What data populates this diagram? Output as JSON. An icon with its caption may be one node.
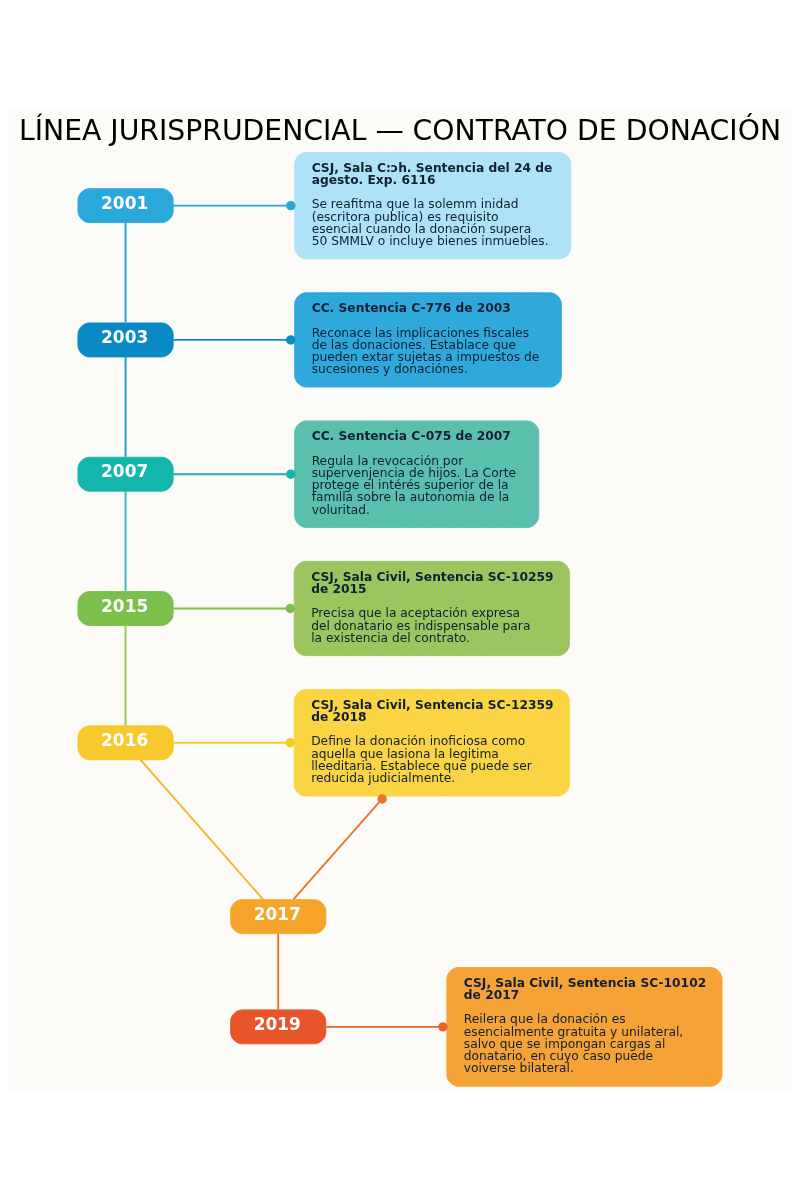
{
  "diagram": {
    "title": "LÍNEA JURISPRUDENCIAL — CONTRATO DE DONACIÓN",
    "nodes": [
      {
        "text": [
          "2001"
        ]
      },
      {
        "text": [
          "2003"
        ]
      },
      {
        "text": [
          "2007"
        ]
      },
      {
        "text": [
          "2015"
        ]
      },
      {
        "text": [
          "2016"
        ]
      },
      {
        "text": [
          "2017"
        ]
      },
      {
        "text": [
          "2019"
        ]
      },
      {
        "text": [
          "CSJ, Sala C:ɔh. Sentencia del 24 de agesto. Exp. 6116",
          "Se reafitma que la solemm inidad (escritora publica) es requisito esencial cuando la donación supera 50 SMMLV o incluye bienes inmuebles."
        ]
      },
      {
        "text": [
          "CC. Sentencia C-776 de 2003",
          "Reconace las implicaciones fiscales de las donaciones. Establace que pueden extar sujetas a impuestos de sucesiones y donaciónes."
        ]
      },
      {
        "text": [
          "CC. Sentencia C-075 de 2007",
          "Regula la revocación por supervenjencia de hijos. La Corte protege el intérés superior de la famılla sobre la autonomia de la voluritad."
        ]
      },
      {
        "text": [
          "CSJ, Sala Civil, Sentencia SC-10259 de 2015",
          "Precisa que la aceptación expresa del donatario es indispensable para la existencia del contrato."
        ]
      },
      {
        "text": [
          "CSJ, Sala Civil, Sentencia SC-12359 de 2018",
          "Define la donación inoficiosa como aquella que lasiona la legitima lleeditaria. Establece que puede ser reducida judicialmente."
        ]
      },
      {
        "text": [
          "CSJ, Sala Civil, Sentencia SC-10102 de 2017",
          "Reilera que la donación es esencialmente gratuita y unilateral, salvo que se impongan cargas al donatario, en cuyo caso puede voiverse bilateral."
        ]
      }
    ],
    "edges": [
      {
        "from": 0,
        "to": 1,
        "arrow": "none",
        "color": "#2a9fd4"
      },
      {
        "from": 1,
        "to": 2,
        "arrow": "none",
        "color": "#1a9cc8"
      },
      {
        "from": 2,
        "to": 3,
        "arrow": "none",
        "color": "#3ab6c0"
      },
      {
        "from": 3,
        "to": 4,
        "arrow": "none",
        "color": "#9cc84a"
      },
      {
        "from": 4,
        "to": 5,
        "arrow": "none",
        "color": "#f5b62e"
      },
      {
        "from": 5,
        "to": 6,
        "arrow": "none",
        "color": "#e8762a"
      },
      {
        "from": 0,
        "to": 7,
        "arrow": "other",
        "color": "#2aa5d8"
      },
      {
        "from": 1,
        "to": 8,
        "arrow": "other",
        "color": "#0b8bc4"
      },
      {
        "from": 2,
        "to": 9,
        "arrow": "other",
        "color": "#1ab3ab"
      },
      {
        "from": 3,
        "to": 10,
        "arrow": "other",
        "color": "#7dbf4a"
      },
      {
        "from": 4,
        "to": 11,
        "arrow": "other",
        "color": "#f7c928"
      },
      {
        "from": 5,
        "to": 11,
        "arrow": "other",
        "color": "#e8762a"
      },
      {
        "from": 6,
        "to": 12,
        "arrow": "other",
        "color": "#e8642a"
      }
    ]
  }
}
